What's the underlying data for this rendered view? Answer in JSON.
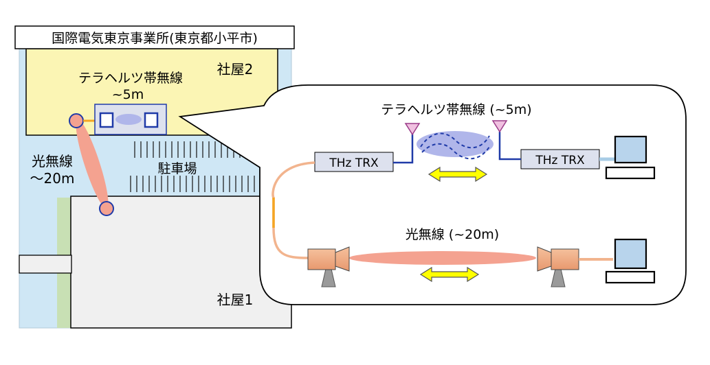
{
  "site_title": "国際電気東京事業所(東京都小平市)",
  "map": {
    "building2_label": "社屋2",
    "building1_label": "社屋1",
    "parking_label": "駐車場",
    "thz_label_line1": "テラヘルツ帯無線",
    "thz_label_line2": "~5m",
    "optical_label_line1": "光無線",
    "optical_label_line2": "～20m"
  },
  "detail": {
    "thz_title": "テラヘルツ帯無線 (~5m)",
    "thz_trx_left": "THz TRX",
    "thz_trx_right": "THz TRX",
    "optical_title": "光無線 (~20m)"
  },
  "colors": {
    "map_background": "#cfe7f5",
    "building2_fill": "#fbf5b4",
    "building1_fill": "#f0f0f0",
    "grass_strip": "#c8e0b4",
    "trx_box": "#dde1ee",
    "optical_beam": "#f4a290",
    "thz_beam": "#b0b6ea",
    "arrow_fill": "#ffff00",
    "fiber_orange": "#f2b48e",
    "fiber_yellow": "#f5a623",
    "wire_blue": "#1f3aa8",
    "monitor_screen": "#b8d4ec"
  }
}
